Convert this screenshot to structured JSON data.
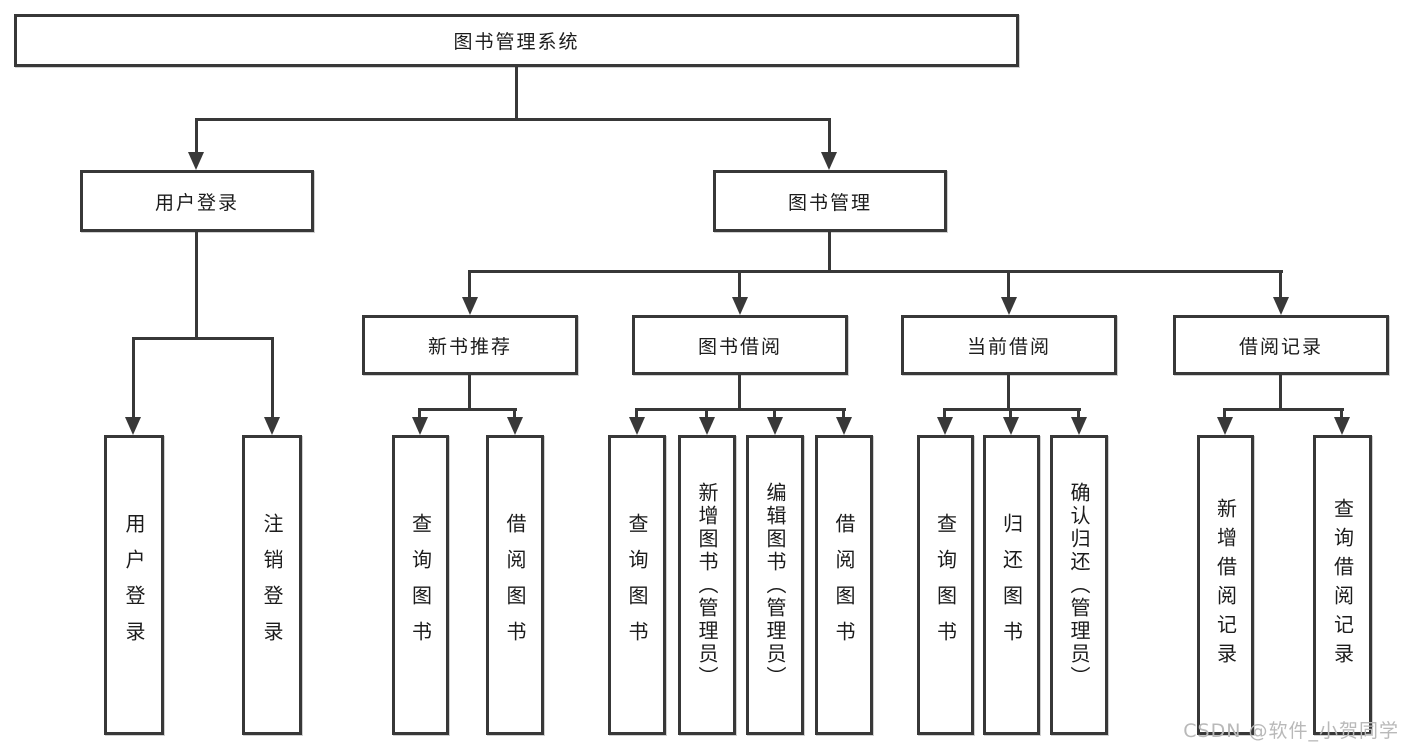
{
  "diagram": {
    "root": "图书管理系统",
    "branches": [
      {
        "label": "用户登录",
        "children": [
          {
            "label": "用户登录"
          },
          {
            "label": "注销登录"
          }
        ]
      },
      {
        "label": "图书管理",
        "children": [
          {
            "label": "新书推荐",
            "children": [
              {
                "label": "查询图书"
              },
              {
                "label": "借阅图书"
              }
            ]
          },
          {
            "label": "图书借阅",
            "children": [
              {
                "label": "查询图书"
              },
              {
                "label": "新增图书（管理员）"
              },
              {
                "label": "编辑图书（管理员）"
              },
              {
                "label": "借阅图书"
              }
            ]
          },
          {
            "label": "当前借阅",
            "children": [
              {
                "label": "查询图书"
              },
              {
                "label": "归还图书"
              },
              {
                "label": "确认归还（管理员）"
              }
            ]
          },
          {
            "label": "借阅记录",
            "children": [
              {
                "label": "新增借阅记录"
              },
              {
                "label": "查询借阅记录"
              }
            ]
          }
        ]
      }
    ]
  },
  "watermark": "CSDN @软件_小贺同学",
  "colors": {
    "line": "#383838",
    "text": "#1c1c1c",
    "background": "#ffffff",
    "watermark": "#b9b9b9"
  }
}
